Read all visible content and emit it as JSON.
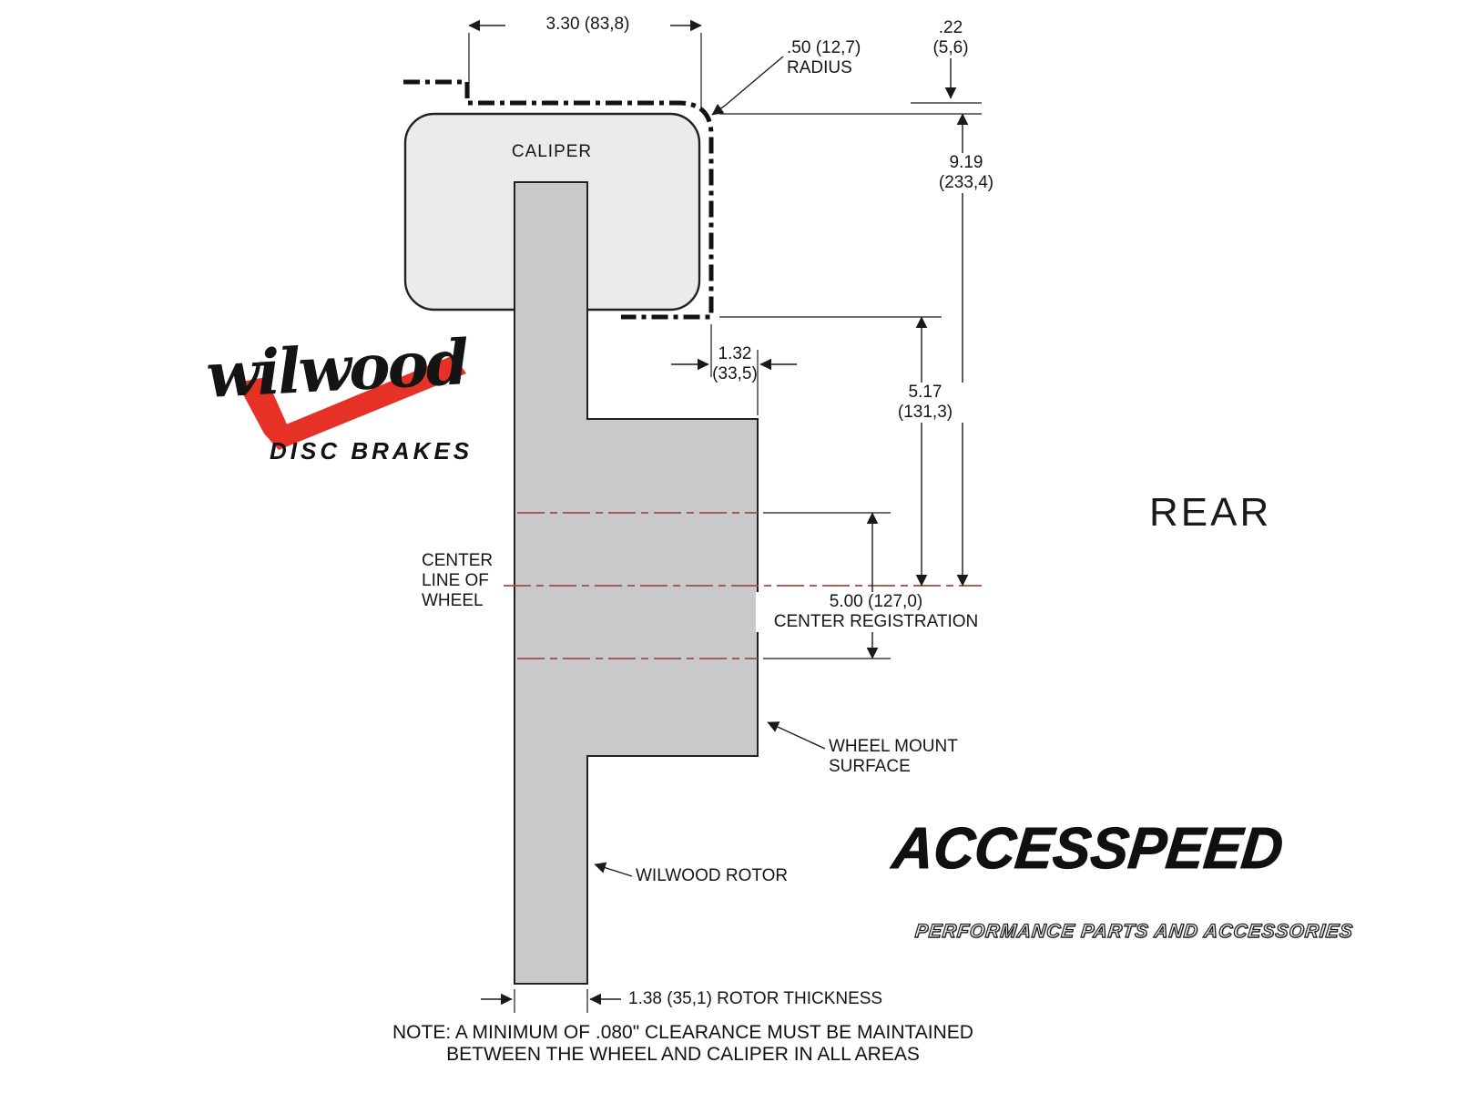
{
  "labels": {
    "caliper": "CALIPER",
    "rear": "REAR",
    "centerline1": "CENTER",
    "centerline2": "LINE OF",
    "centerline3": "WHEEL"
  },
  "dimensions": {
    "caliper_width": "3.30 (83,8)",
    "radius_value": ".50 (12,7)",
    "radius_word": "RADIUS",
    "clearance_in": ".22",
    "clearance_mm": "(5,6)",
    "overall_height_in": "9.19",
    "overall_height_mm": "(233,4)",
    "overhang_in": "1.32",
    "overhang_mm": "(33,5)",
    "caliper_to_center_in": "5.17",
    "caliper_to_center_mm": "(131,3)",
    "registration_value": "5.00 (127,0)",
    "registration_label": "CENTER REGISTRATION",
    "rotor_thickness": "1.38 (35,1) ROTOR THICKNESS"
  },
  "callouts": {
    "wheel_mount_1": "WHEEL MOUNT",
    "wheel_mount_2": "SURFACE",
    "rotor": "WILWOOD ROTOR"
  },
  "logos": {
    "wilwood_name": "wilwood",
    "wilwood_tagline": "DISC BRAKES",
    "accesspeed_name": "ACCESSPEED",
    "accesspeed_tagline": "PERFORMANCE PARTS AND ACCESSORIES"
  },
  "note": {
    "line1": "NOTE: A MINIMUM OF .080\" CLEARANCE MUST BE MAINTAINED",
    "line2": "BETWEEN THE WHEEL AND CALIPER IN ALL AREAS"
  },
  "colors": {
    "background": "#ffffff",
    "outline": "#1c1c1c",
    "rotor_fill": "#c7c9cb",
    "caliper_fill": "#e9ebec",
    "centerline_red": "#9a4f45",
    "wilwood_red": "#e63226"
  }
}
